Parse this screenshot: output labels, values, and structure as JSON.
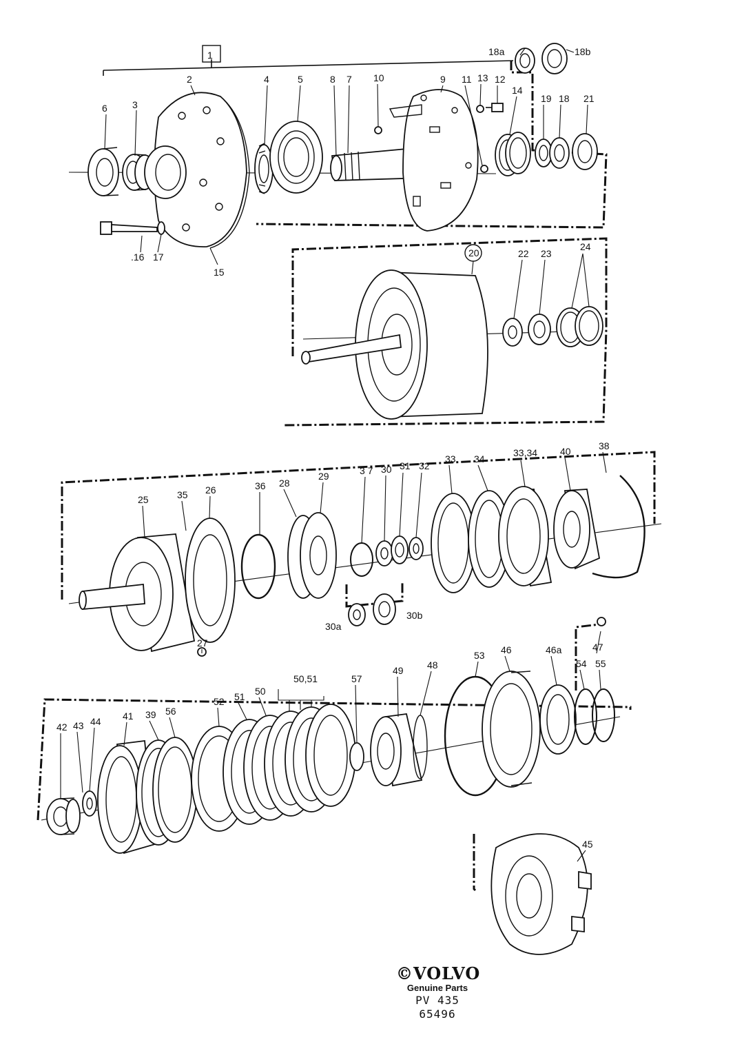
{
  "callouts": {
    "c1": "1",
    "c2": "2",
    "c3": "3",
    "c4": "4",
    "c5": "5",
    "c6": "6",
    "c7": "7",
    "c8": "8",
    "c9": "9",
    "c10": "10",
    "c11": "11",
    "c12": "12",
    "c13": "13",
    "c14": "14",
    "c15": "15",
    "c16": ".16",
    "c17": "17",
    "c18": "18",
    "c18a": "18a",
    "c18b": "18b",
    "c19": "19",
    "c20": "20",
    "c21": "21",
    "c22": "22",
    "c23": "23",
    "c24": "24",
    "c25": "25",
    "c26": "26",
    "c27": "27",
    "c28": "28",
    "c29": "29",
    "c30": "30",
    "c30a": "30a",
    "c30b": "30b",
    "c31": "31",
    "c32": "32",
    "c33": "33",
    "c34": "34",
    "c3334": "33,34",
    "c35": "35",
    "c36": "36",
    "c37": "3 7",
    "c38": "38",
    "c40": "40",
    "c39": "39",
    "c41": "41",
    "c42": "42",
    "c43": "43",
    "c44": "44",
    "c45": "45",
    "c46": "46",
    "c46a": "46a",
    "c47": "47",
    "c48": "48",
    "c49": "49",
    "c50": "50",
    "c5051": "50,51",
    "c51": "51",
    "c52": "52",
    "c53": "53",
    "c54": "54",
    "c55": "55",
    "c56": "56",
    "c57": "57"
  },
  "brand": {
    "logo": "©VOLVO",
    "tagline": "Genuine Parts",
    "code": "PV 435 65496"
  }
}
